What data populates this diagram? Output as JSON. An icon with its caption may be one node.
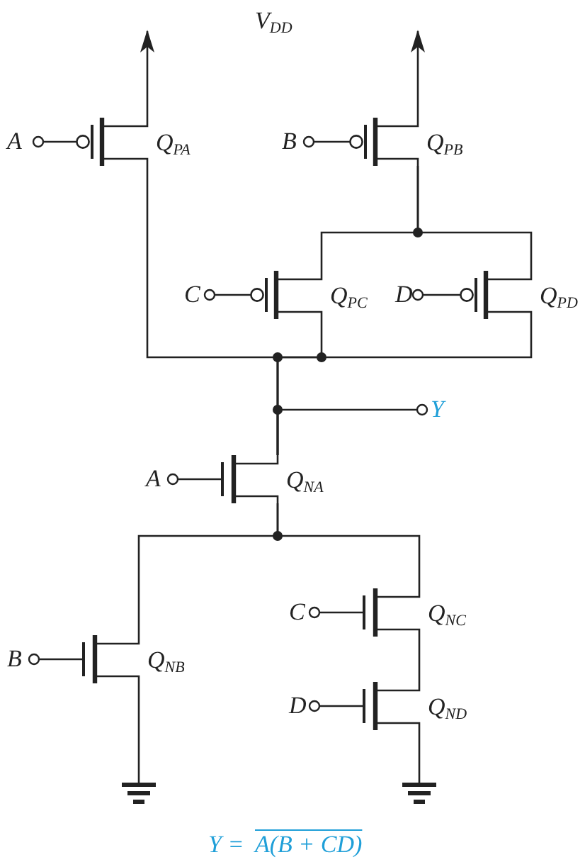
{
  "diagram": {
    "nodes": [
      {
        "text": [
          "A"
        ]
      },
      {
        "text": [
          "Q$_{PA}$"
        ]
      },
      {
        "text": [
          "B"
        ]
      },
      {
        "text": [
          "Q$_{PB}$"
        ]
      },
      {
        "text": [
          "C"
        ]
      },
      {
        "text": [
          "Q$_{PC}$"
        ]
      },
      {
        "text": [
          "D"
        ]
      },
      {
        "text": [
          "Q$_{PD}$"
        ]
      },
      {
        "text": [
          "Y"
        ]
      },
      {
        "text": [
          "A"
        ]
      },
      {
        "text": [
          "Q$_{NA}$"
        ]
      },
      {
        "text": [
          "C"
        ]
      },
      {
        "text": [
          "Q$_{NC}$"
        ]
      },
      {
        "text": [
          "B"
        ]
      },
      {
        "text": [
          "Q$_{NB}$"
        ]
      },
      {
        "text": [
          "D"
        ]
      },
      {
        "text": [
          "Q$_{ND}$"
        ]
      },
      {
        "text": [],
        "shape": "ground"
      },
      {
        "text": [],
        "shape": "ground"
      }
    ],
    "edges": [
      {
        "from": 0,
        "to": 1,
        "arrow": "none"
      },
      {
        "from": 1,
        "to": null,
        "arrow": "to"
      },
      {
        "from": 2,
        "to": 3,
        "arrow": "none"
      },
      {
        "from": 3,
        "to": null,
        "arrow": "to"
      },
      {
        "from": 3,
        "to": 5,
        "arrow": "none"
      },
      {
        "from": 3,
        "to": 7,
        "arrow": "none"
      },
      {
        "from": 4,
        "to": 5,
        "arrow": "none"
      },
      {
        "from": 6,
        "to": 7,
        "arrow": "none"
      },
      {
        "from": 1,
        "to": 10,
        "arrow": "none"
      },
      {
        "from": 5,
        "to": 10,
        "arrow": "none"
      },
      {
        "from": 7,
        "to": 10,
        "arrow": "none"
      },
      {
        "from": 10,
        "to": 8,
        "arrow": "none"
      },
      {
        "from": 9,
        "to": 10,
        "arrow": "none"
      },
      {
        "from": 10,
        "to": 12,
        "arrow": "none"
      },
      {
        "from": 10,
        "to": 14,
        "arrow": "none"
      },
      {
        "from": 11,
        "to": 12,
        "arrow": "none"
      },
      {
        "from": 12,
        "to": 16,
        "arrow": "none"
      },
      {
        "from": 13,
        "to": 14,
        "arrow": "none"
      },
      {
        "from": 15,
        "to": 16,
        "arrow": "none"
      },
      {
        "from": 14,
        "to": 17,
        "arrow": "none"
      },
      {
        "from": 16,
        "to": 18,
        "arrow": "none"
      }
    ],
    "labels": [
      "V$_{DD}$",
      "Y =",
      "A(B + CD)"
    ]
  }
}
